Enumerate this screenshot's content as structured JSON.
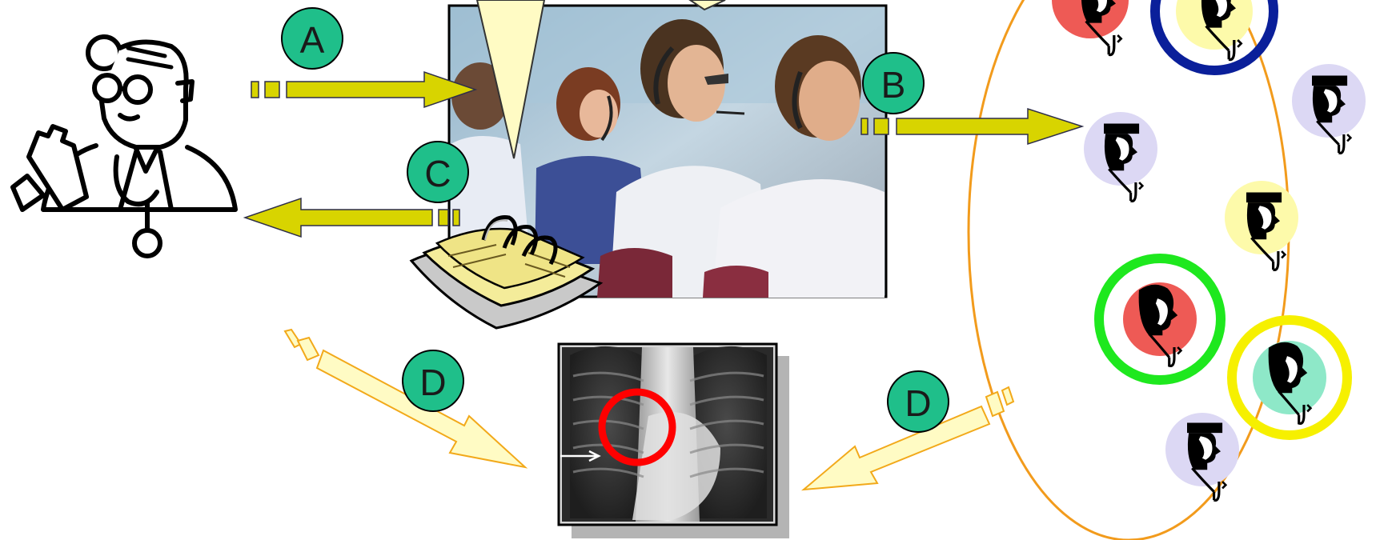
{
  "labels": {
    "a": "A",
    "b": "B",
    "c": "C",
    "d_left": "D",
    "d_right": "D"
  },
  "colors": {
    "badge": "#1fbf8a",
    "arrow_solid": "#d8d400",
    "arrow_light": "#fffbc4",
    "arrow_light_outline": "#f2a91a",
    "ellipse_outline": "#f29b1c",
    "callout": "#fffbc4",
    "xray_highlight": "#ff0000",
    "ring_blue": "#0a1f9a",
    "ring_green": "#1ee81e",
    "ring_yellow": "#f6f000",
    "dot_red": "#ee5a55",
    "dot_yellow": "#fdfaaa",
    "dot_lavender": "#dcd8f4",
    "dot_mint": "#8ee8c8"
  },
  "icons": {
    "doctor": "doctor-icon",
    "call_center": "call-center-photo",
    "appointment_book": "appointment-book-icon",
    "xray": "chest-xray-image",
    "physician": "physician-icon",
    "nurse": "nurse-icon"
  }
}
